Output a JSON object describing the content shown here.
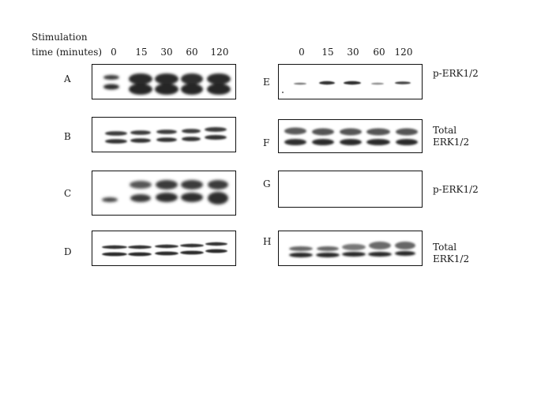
{
  "header": {
    "stimulation_line1": "Stimulation",
    "stimulation_line2": "time (minutes)",
    "timepoints": [
      "0",
      "15",
      "30",
      "60",
      "120"
    ]
  },
  "panels": {
    "A": {
      "letter": "A"
    },
    "B": {
      "letter": "B"
    },
    "C": {
      "letter": "C"
    },
    "D": {
      "letter": "D"
    },
    "E": {
      "letter": "E"
    },
    "F": {
      "letter": "F"
    },
    "G": {
      "letter": "G"
    },
    "H": {
      "letter": "H"
    }
  },
  "right_labels": {
    "e": "p-ERK1/2",
    "f_line1": "Total",
    "f_line2": "ERK1/2",
    "g": "p-ERK1/2",
    "h_line1": "Total",
    "h_line2": "ERK1/2"
  }
}
